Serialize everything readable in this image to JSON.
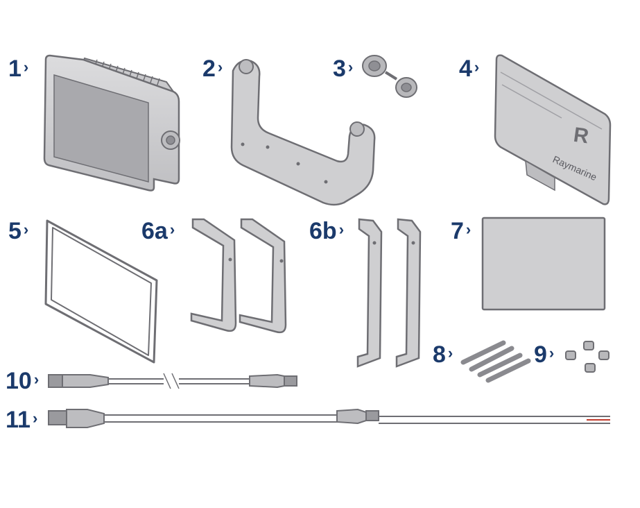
{
  "callouts": [
    {
      "id": "1",
      "chevron": "›"
    },
    {
      "id": "2",
      "chevron": "›"
    },
    {
      "id": "3",
      "chevron": "›"
    },
    {
      "id": "4",
      "chevron": "›"
    },
    {
      "id": "5",
      "chevron": "›"
    },
    {
      "id": "6a",
      "chevron": "›"
    },
    {
      "id": "6b",
      "chevron": "›"
    },
    {
      "id": "7",
      "chevron": "›"
    },
    {
      "id": "8",
      "chevron": "›"
    },
    {
      "id": "9",
      "chevron": "›"
    },
    {
      "id": "10",
      "chevron": "›"
    },
    {
      "id": "11",
      "chevron": "›"
    }
  ],
  "sun_cover": {
    "logo_letter": "R",
    "brand": "Raymarine"
  },
  "colors": {
    "label": "#1b3a6b",
    "part_fill": "#cfcfd1",
    "part_stroke": "#6e6e73",
    "screen": "#a9a9ad",
    "wire_red": "#c0392b"
  }
}
